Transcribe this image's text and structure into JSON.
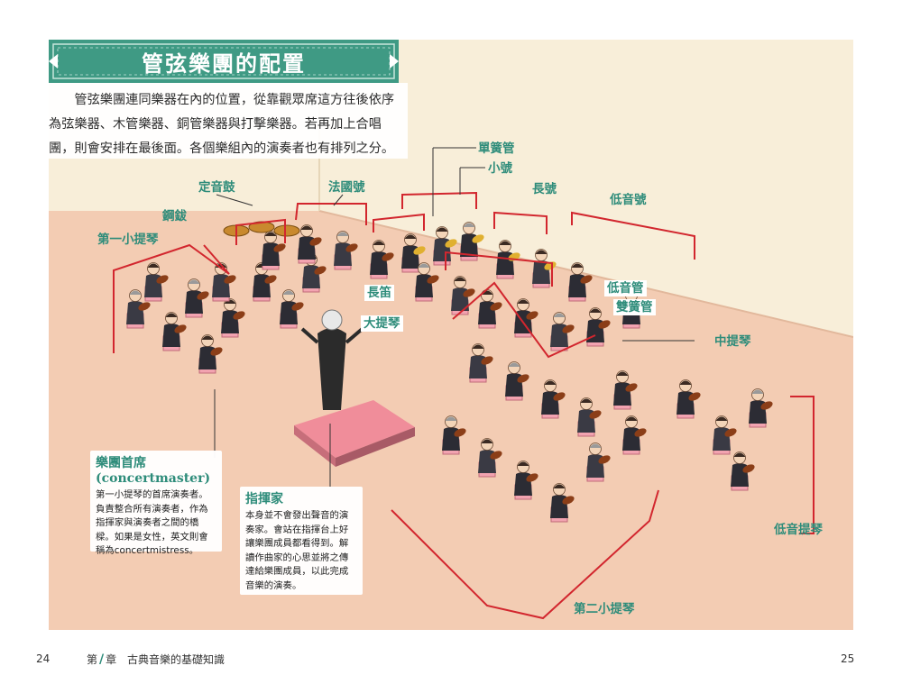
{
  "title": "管弦樂團的配置",
  "intro": "管弦樂團連同樂器在內的位置，從靠觀眾席這方往後依序為弦樂器、木管樂器、銅管樂器與打擊樂器。若再加上合唱團，則會安排在最後面。各個樂組內的演奏者也有排列之分。",
  "labels": {
    "timpani": "定音鼓",
    "horn": "法國號",
    "cymbals": "鋼鈸",
    "first_violin": "第一小提琴",
    "clarinet": "單簧管",
    "trumpet": "小號",
    "trombone": "長號",
    "tuba": "低音號",
    "flute": "長笛",
    "harp": "大提琴",
    "bassoon": "低音管",
    "oboe": "雙簧管",
    "viola": "中提琴",
    "double_bass": "低音提琴",
    "second_violin": "第二小提琴"
  },
  "notes": {
    "concertmaster": {
      "title": "樂團首席",
      "subtitle": "(concertmaster)",
      "body": "第一小提琴的首席演奏者。負責整合所有演奏者，作為指揮家與演奏者之間的橋樑。如果是女性，英文則會稱為concertmistress。"
    },
    "conductor": {
      "title": "指揮家",
      "body": "本身並不會發出聲音的演奏家。會站在指揮台上好讓樂團成員都看得到。解讀作曲家的心思並將之傳達給樂團成員，以此完成音樂的演奏。"
    }
  },
  "footer": {
    "left_page": "24",
    "chapter_prefix": "第",
    "chapter_slash": "/",
    "chapter_suffix": "章",
    "chapter_title": "古典音樂的基礎知識",
    "right_page": "25"
  },
  "colors": {
    "teal": "#2e8c7a",
    "banner": "#3f9a84",
    "wall": "#f6ecd6",
    "floor": "#f4cdb4",
    "bracket": "#d2262e"
  }
}
